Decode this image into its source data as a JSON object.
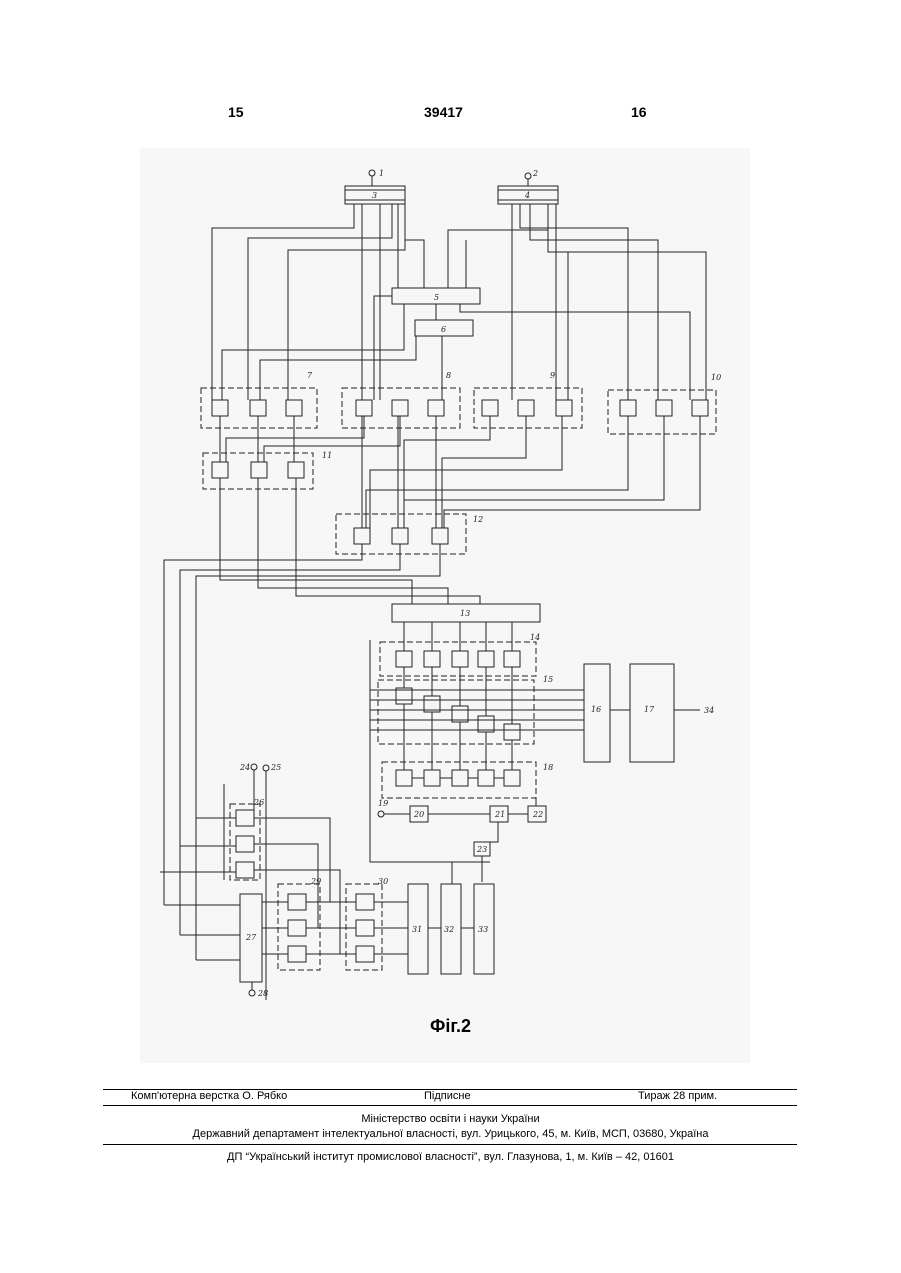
{
  "header": {
    "left_page": "15",
    "patent_number": "39417",
    "right_page": "16"
  },
  "figure": {
    "caption": "Фіг.2",
    "labels": [
      "1",
      "2",
      "3",
      "4",
      "5",
      "6",
      "7",
      "8",
      "9",
      "10",
      "11",
      "12",
      "13",
      "14",
      "15",
      "16",
      "17",
      "18",
      "19",
      "20",
      "21",
      "22",
      "23",
      "24",
      "25",
      "26",
      "27",
      "28",
      "29",
      "30",
      "31",
      "32",
      "33",
      "34"
    ]
  },
  "imprint": {
    "layout": "Комп'ютерна верстка О. Рябко",
    "signed": "Підписне",
    "circulation": "Тираж 28 прим.",
    "ministry": "Міністерство освіти і науки України",
    "department": "Державний департамент інтелектуальної власності, вул. Урицького, 45, м. Київ, МСП, 03680, Україна",
    "institute": "ДП “Український інститут промислової власності”, вул. Глазунова, 1, м. Київ – 42, 01601"
  }
}
